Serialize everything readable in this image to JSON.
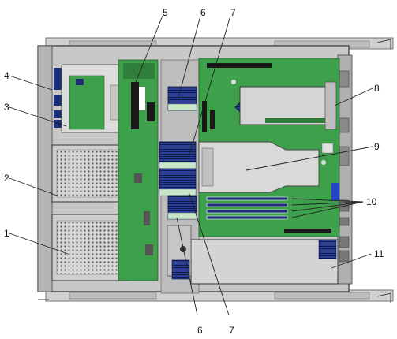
{
  "callouts": [
    {
      "id": "c1",
      "number": "1"
    },
    {
      "id": "c2",
      "number": "2"
    },
    {
      "id": "c3",
      "number": "3"
    },
    {
      "id": "c4",
      "number": "4"
    },
    {
      "id": "c5",
      "number": "5"
    },
    {
      "id": "c6-top",
      "number": "6"
    },
    {
      "id": "c7-top",
      "number": "7"
    },
    {
      "id": "c8",
      "number": "8"
    },
    {
      "id": "c9",
      "number": "9"
    },
    {
      "id": "c10",
      "number": "10"
    },
    {
      "id": "c11",
      "number": "11"
    },
    {
      "id": "c6-bottom",
      "number": "6"
    },
    {
      "id": "c7-bottom",
      "number": "7"
    }
  ],
  "colors": {
    "chassis": "#c8c8c8",
    "board_green": "#3fa04b",
    "heatsink_blue": "#1d2f78",
    "rail_gray": "#b8b8b8",
    "shroud": "#d9d9d9"
  }
}
